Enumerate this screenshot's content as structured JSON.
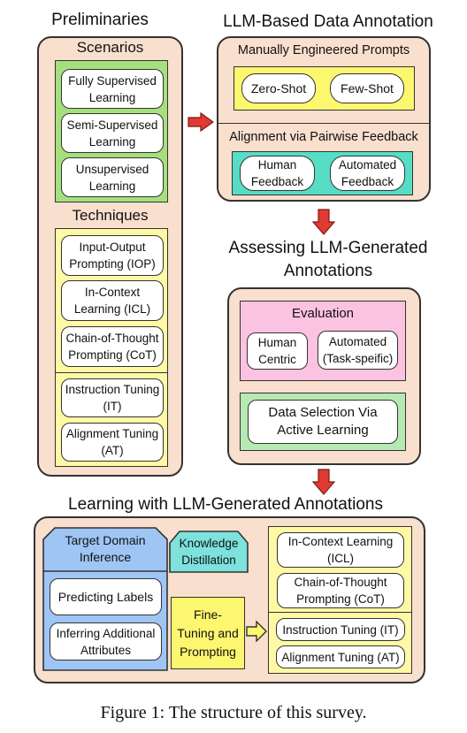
{
  "preliminaries": {
    "title": "Preliminaries",
    "scenarios_title": "Scenarios",
    "scenarios": [
      "Fully Supervised Learning",
      "Semi-Supervised Learning",
      "Unsupervised Learning"
    ],
    "techniques_title": "Techniques",
    "techniques_group1": [
      "Input-Output Prompting (IOP)",
      "In-Context Learning (ICL)",
      "Chain-of-Thought Prompting (CoT)"
    ],
    "techniques_group2": [
      "Instruction Tuning (IT)",
      "Alignment Tuning (AT)"
    ]
  },
  "annotation": {
    "title": "LLM-Based Data Annotation",
    "prompts_title": "Manually Engineered Prompts",
    "prompts": [
      "Zero-Shot",
      "Few-Shot"
    ],
    "alignment_title": "Alignment via Pairwise Feedback",
    "feedback": [
      "Human Feedback",
      "Automated Feedback"
    ]
  },
  "assessing": {
    "title_line1": "Assessing LLM-Generated",
    "title_line2": "Annotations",
    "evaluation_title": "Evaluation",
    "evaluation": [
      "Human Centric",
      "Automated (Task-speific)"
    ],
    "selection": "Data Selection Via Active Learning"
  },
  "learning": {
    "title": "Learning with LLM-Generated Annotations",
    "target_title": "Target Domain Inference",
    "target_items": [
      "Predicting Labels",
      "Inferring Additional Attributes"
    ],
    "distillation": "Knowledge Distillation",
    "finetuning": "Fine-Tuning and Prompting",
    "right_group1": [
      "In-Context Learning (ICL)",
      "Chain-of-Thought Prompting (CoT)"
    ],
    "right_group2": [
      "Instruction Tuning (IT)",
      "Alignment Tuning (AT)"
    ]
  },
  "caption": "Figure 1: The structure of this survey.",
  "colors": {
    "panel": "#f9dfcd",
    "green": "#a6e07e",
    "yellow": "#fff9a6",
    "pink": "#fbc2e1",
    "teal": "#57ddc5",
    "light_green": "#b6e9b4",
    "blue": "#9fc5f5",
    "cyan": "#7de1dc",
    "bright_yellow": "#fdf66f",
    "arrow": "#e03a32"
  }
}
